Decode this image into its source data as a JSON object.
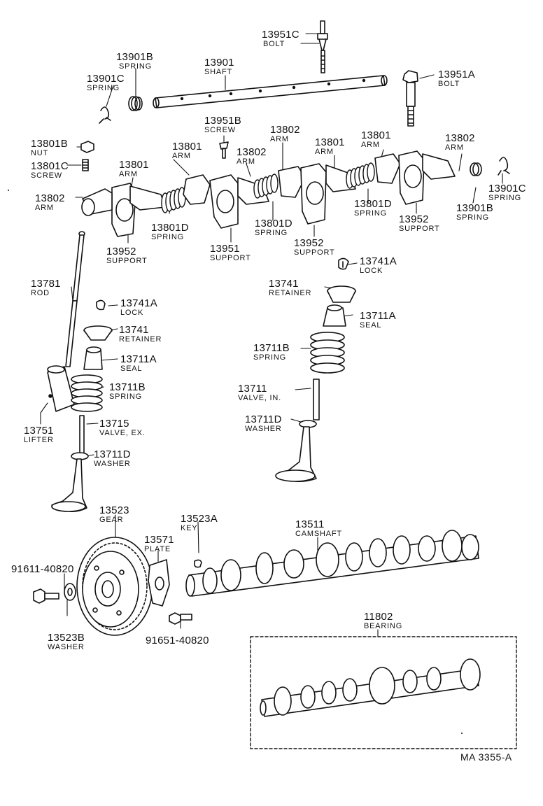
{
  "parts": [
    {
      "id": "13951C",
      "name": "BOLT"
    },
    {
      "id": "13901B",
      "name": "SPRING"
    },
    {
      "id": "13901",
      "name": "SHAFT"
    },
    {
      "id": "13951A",
      "name": "BOLT"
    },
    {
      "id": "13901C",
      "name": "SPRING"
    },
    {
      "id": "13951B",
      "name": "SCREW"
    },
    {
      "id": "13802",
      "name": "ARM"
    },
    {
      "id": "13801B",
      "name": "NUT"
    },
    {
      "id": "13801",
      "name": "ARM"
    },
    {
      "id": "13801",
      "name": "ARM"
    },
    {
      "id": "13802",
      "name": "ARM"
    },
    {
      "id": "13801",
      "name": "ARM"
    },
    {
      "id": "13802",
      "name": "ARM"
    },
    {
      "id": "13801C",
      "name": "SCREW"
    },
    {
      "id": "13801",
      "name": "ARM"
    },
    {
      "id": "13901C",
      "name": "SPRING"
    },
    {
      "id": "13802",
      "name": "ARM"
    },
    {
      "id": "13801D",
      "name": "SPRING"
    },
    {
      "id": "13901B",
      "name": "SPRING"
    },
    {
      "id": "13801D",
      "name": "SPRING"
    },
    {
      "id": "13801D",
      "name": "SPRING"
    },
    {
      "id": "13952",
      "name": "SUPPORT"
    },
    {
      "id": "13952",
      "name": "SUPPORT"
    },
    {
      "id": "13952",
      "name": "SUPPORT"
    },
    {
      "id": "13951",
      "name": "SUPPORT"
    },
    {
      "id": "13741A",
      "name": "LOCK"
    },
    {
      "id": "13781",
      "name": "ROD"
    },
    {
      "id": "13741",
      "name": "RETAINER"
    },
    {
      "id": "13741A",
      "name": "LOCK"
    },
    {
      "id": "13711A",
      "name": "SEAL"
    },
    {
      "id": "13741",
      "name": "RETAINER"
    },
    {
      "id": "13711B",
      "name": "SPRING"
    },
    {
      "id": "13711A",
      "name": "SEAL"
    },
    {
      "id": "13711B",
      "name": "SPRING"
    },
    {
      "id": "13711",
      "name": "VALVE, IN."
    },
    {
      "id": "13711D",
      "name": "WASHER"
    },
    {
      "id": "13751",
      "name": "LIFTER"
    },
    {
      "id": "13715",
      "name": "VALVE, EX."
    },
    {
      "id": "13711D",
      "name": "WASHER"
    },
    {
      "id": "13523",
      "name": "GEAR"
    },
    {
      "id": "13523A",
      "name": "KEY"
    },
    {
      "id": "13511",
      "name": "CAMSHAFT"
    },
    {
      "id": "13571",
      "name": "PLATE"
    },
    {
      "id": "91611-40820",
      "name": ""
    },
    {
      "id": "13523B",
      "name": "WASHER"
    },
    {
      "id": "91651-40820",
      "name": ""
    },
    {
      "id": "11802",
      "name": "BEARING"
    }
  ],
  "figure_code": "MA 3355-A"
}
